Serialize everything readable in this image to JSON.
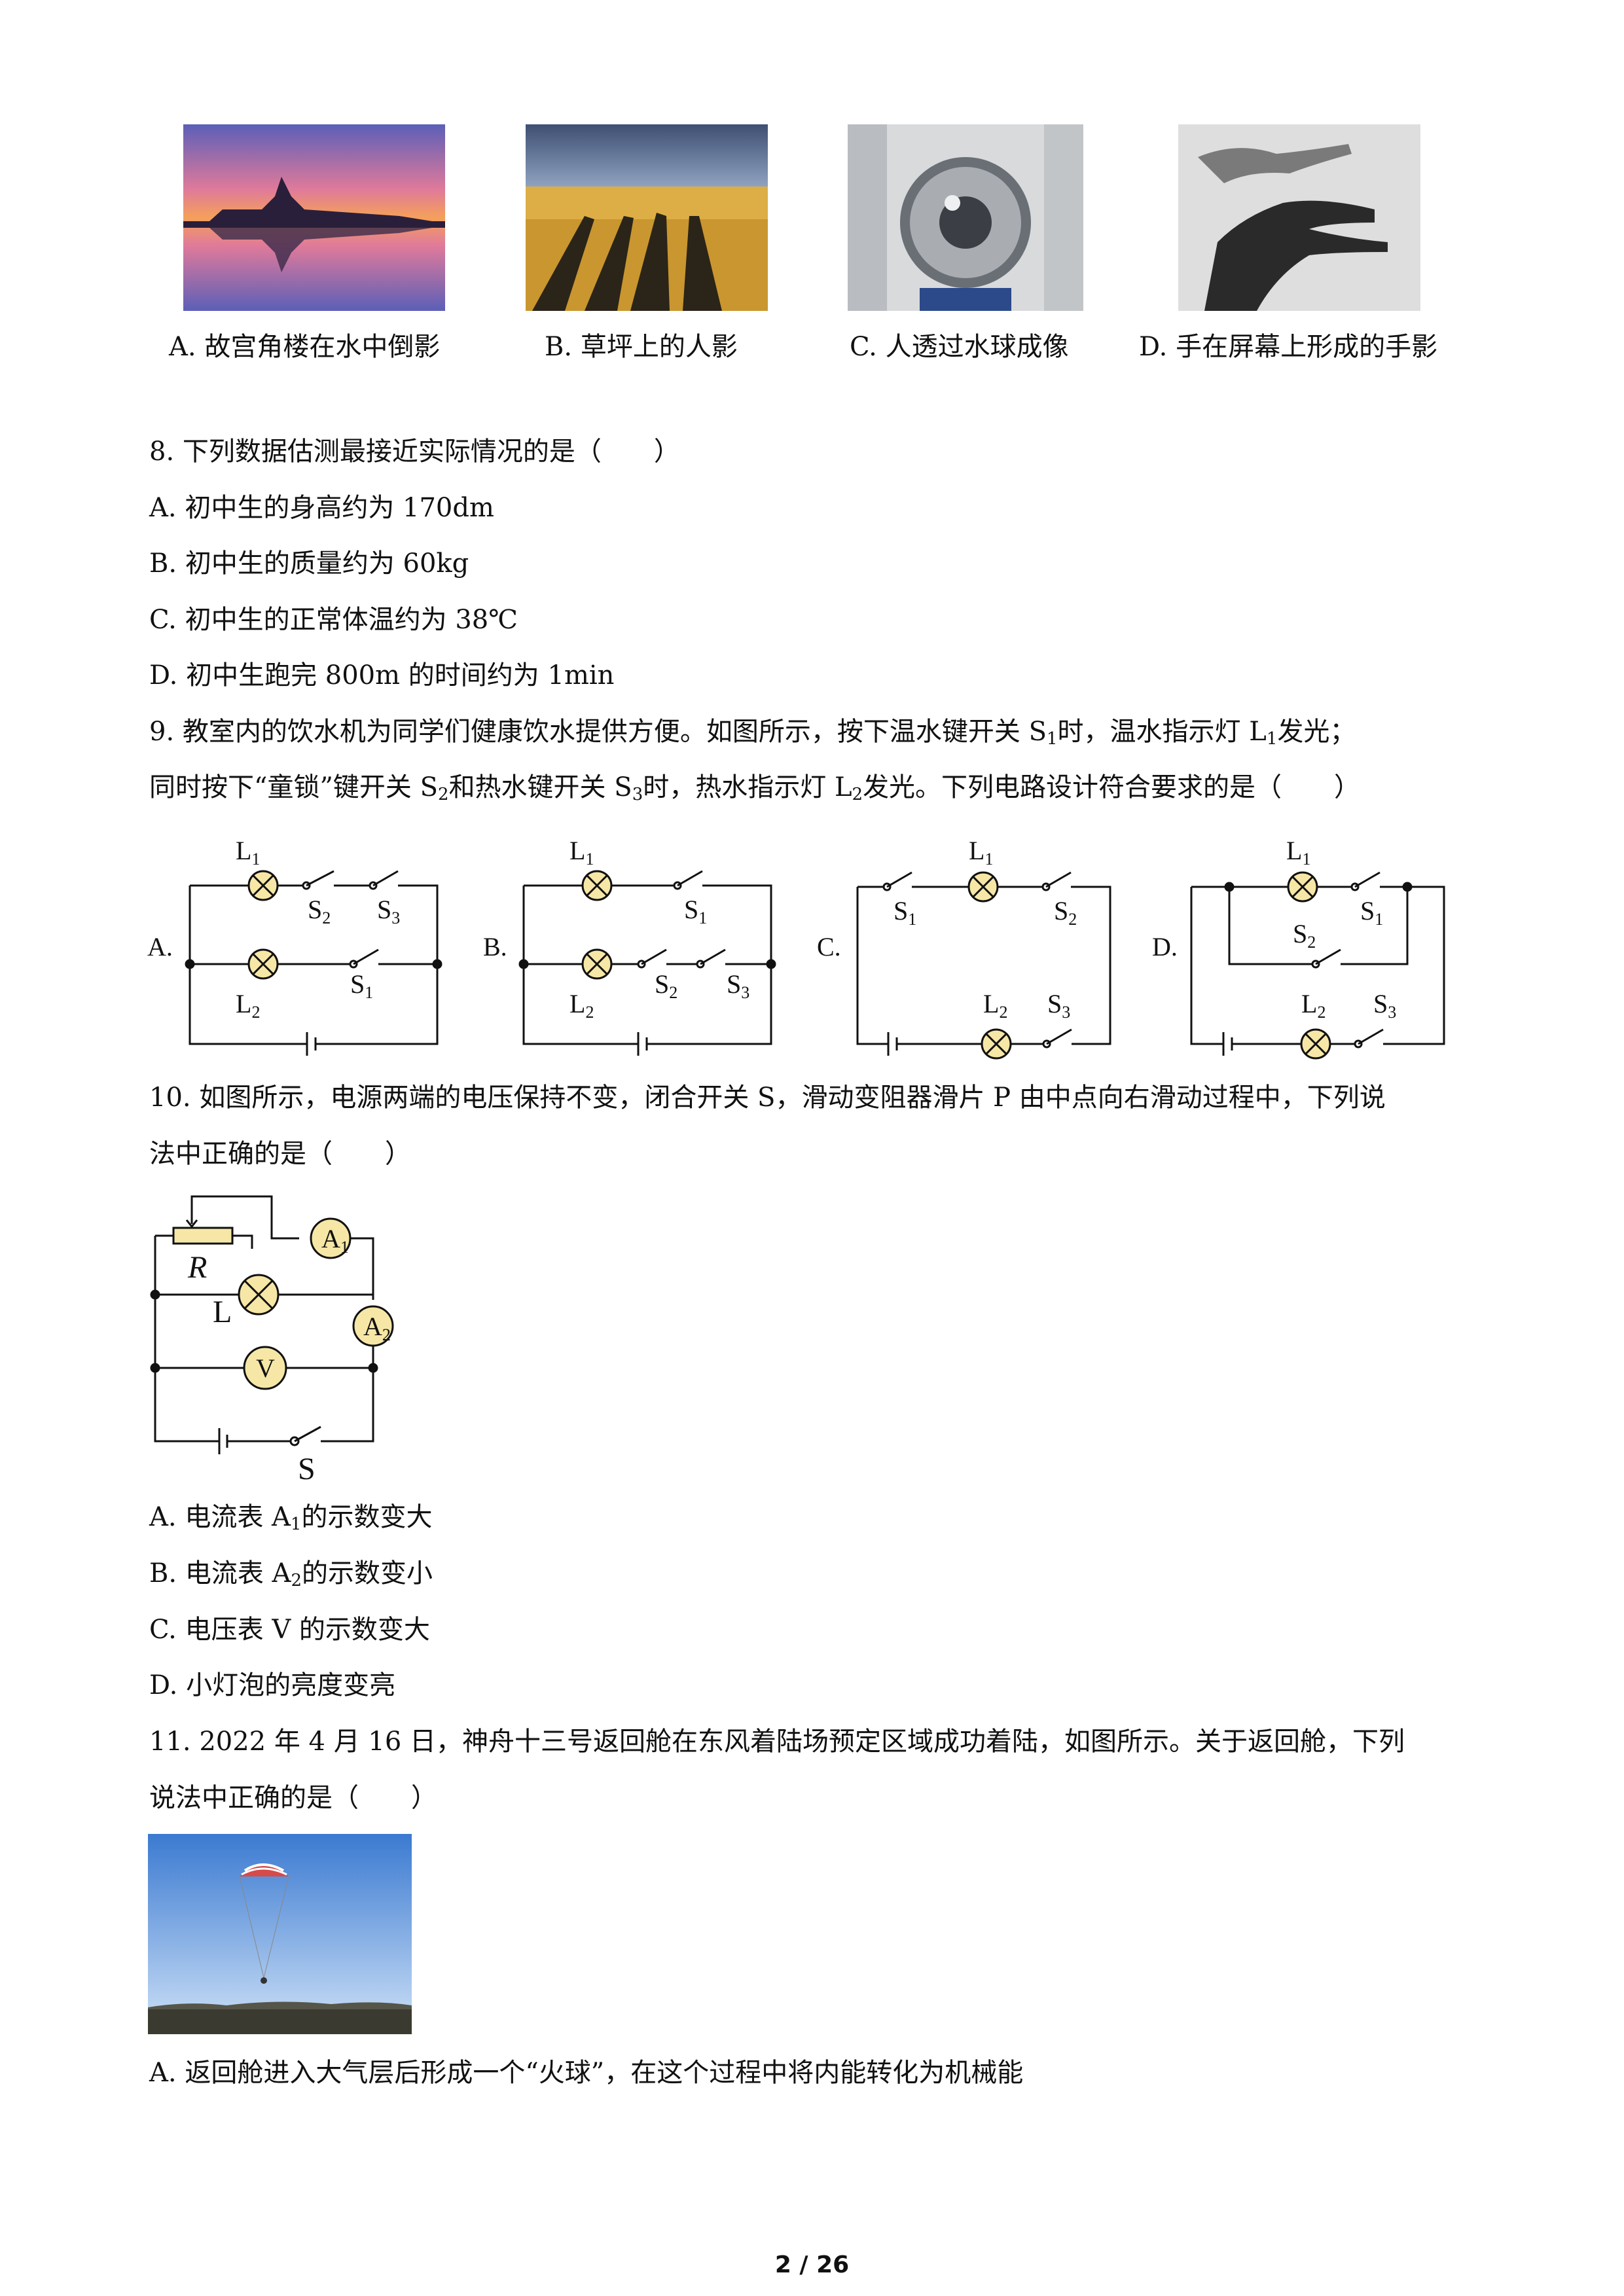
{
  "q7": {
    "options": [
      {
        "label": "A. 故宫角楼在水中倒影"
      },
      {
        "label": "B. 草坪上的人影"
      },
      {
        "label": "C. 人透过水球成像"
      },
      {
        "label": "D. 手在屏幕上形成的手影"
      }
    ]
  },
  "q8": {
    "stem": "8. 下列数据估测最接近实际情况的是（　　）",
    "a": "A. 初中生的身高约为 170dm",
    "b": "B. 初中生的质量约为 60kg",
    "c": "C. 初中生的正常体温约为 38℃",
    "d": "D. 初中生跑完 800m 的时间约为 1min"
  },
  "q9": {
    "line1_a": "9. 教室内的饮水机为同学们健康饮水提供方便。如图所示，按下温水键开关 S",
    "line1_b": "时，温水指示灯 L",
    "line1_c": "发光；",
    "line2_a": "同时按下“童锁”键开关 S",
    "line2_b": "和热水键开关 S",
    "line2_c": "时，热水指示灯 L",
    "line2_d": "发光。下列电路设计符合要求的是（　　）",
    "sub1": "1",
    "sub2": "2",
    "sub3": "3",
    "diagram_labels": {
      "A": "A.",
      "B": "B.",
      "C": "C.",
      "D": "D.",
      "L": "L",
      "S": "S",
      "n1": "1",
      "n2": "2",
      "n3": "3"
    }
  },
  "q10": {
    "line1": "10. 如图所示，电源两端的电压保持不变，闭合开关 S，滑动变阻器滑片 P 由中点向右滑动过程中，下列说",
    "line2": "法中正确的是（　　）",
    "diagram": {
      "R": "R",
      "L": "L",
      "A": "A",
      "V": "V",
      "S": "S",
      "n1": "1",
      "n2": "2"
    },
    "a_pre": "A. 电流表 A",
    "a_post": "的示数变大",
    "b_pre": "B. 电流表 A",
    "b_post": "的示数变小",
    "c": "C. 电压表 V 的示数变大",
    "d": "D. 小灯泡的亮度变亮",
    "sub1": "1",
    "sub2": "2"
  },
  "q11": {
    "line1": "11. 2022 年 4 月 16 日，神舟十三号返回舱在东风着陆场预定区域成功着陆，如图所示。关于返回舱，下列",
    "line2": "说法中正确的是（　　）",
    "a": "A. 返回舱进入大气层后形成一个“火球”，在这个过程中将内能转化为机械能"
  },
  "footer": {
    "page": "2 / 26"
  }
}
